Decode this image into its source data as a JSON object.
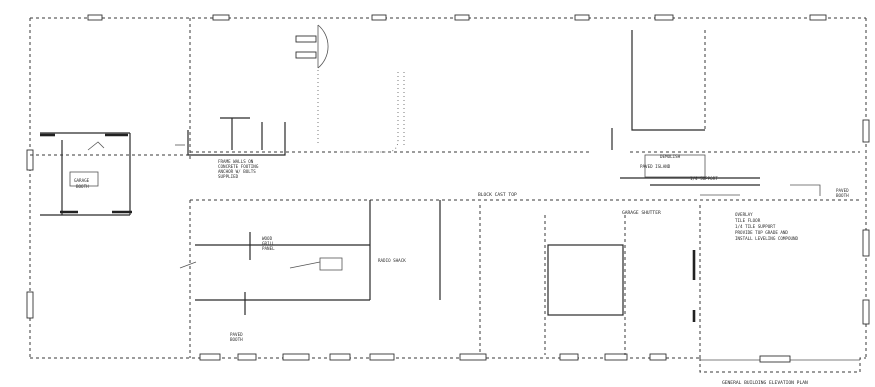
{
  "plan": {
    "labels": {
      "garage_left": "GARAGE\nBOOTH",
      "frame_note": "FRAME WALLS ON\nCONCRETE FOOTING\nANCHOR W/ BOLTS\nSUPPLIED",
      "center_top_a": "BLOCK CAST TOP",
      "center_top_b": "GARAGE SHUTTER",
      "right_note_a": "PAVED ISLAND",
      "right_note_b": "1/4 SUPPORT",
      "right_block": "OVERLAY\nTILE FLOOR\n1/4 TILE SUPPORT\nPROVIDE TOP GRADE AND\nINSTALL LEVELING COMPOUND",
      "left_center_a": "WOOD\nGRILL\nPANEL",
      "left_center_b": "RADIO SHACK",
      "mid_a": "PAVED\nBOOTH",
      "right_tag_a": "PAVED\nBOOTH",
      "right_tag_b": "DEMOLISH",
      "caption": "GENERAL BUILDING ELEVATION PLAN"
    }
  }
}
